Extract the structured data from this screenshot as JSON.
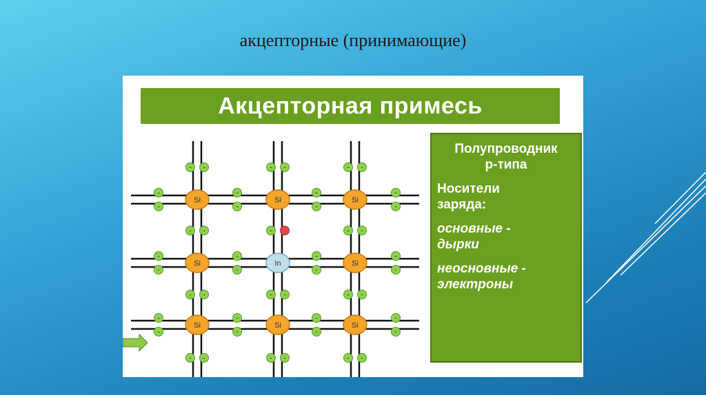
{
  "title": "акцепторные (принимающие)",
  "banner": "Акцепторная примесь",
  "info": {
    "line1": "Полупроводник",
    "line2": "р-типа",
    "line3": "Носители",
    "line4": "заряда:",
    "line5": "основные -",
    "line6": "дырки",
    "line7": "неосновные -",
    "line8": "электроны"
  },
  "atoms": {
    "r1c1": "Si",
    "r1c2": "Si",
    "r1c3": "Si",
    "r2c1": "Si",
    "r2c2": "In",
    "r2c3": "Si",
    "r3c1": "Si",
    "r3c2": "Si",
    "r3c3": "Si"
  },
  "electron_label": "-",
  "colors": {
    "lattice_green": "#6b9f1f",
    "atom_orange": "#f5a52a",
    "impurity_blue": "#bfe0ea",
    "electron_green": "#8fd14f",
    "hole_red": "#e04a4a"
  }
}
